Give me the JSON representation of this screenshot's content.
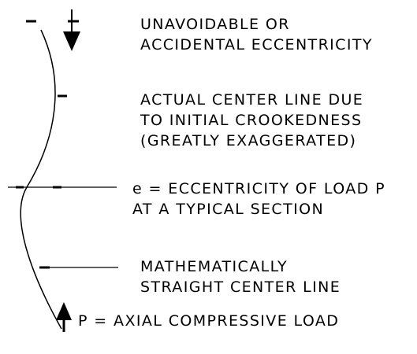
{
  "labels": {
    "unavoidable_line1": "UNAVOIDABLE OR",
    "unavoidable_line2": "ACCIDENTAL ECCENTRICITY",
    "actual_line1": "ACTUAL CENTER LINE DUE",
    "actual_line2": "TO INITIAL CROOKEDNESS",
    "actual_line3": "(GREATLY EXAGGERATED)",
    "eccentricity_line1": "e = ECCENTRICITY OF LOAD P",
    "eccentricity_line2": "AT A TYPICAL SECTION",
    "straight_line1": "MATHEMATICALLY",
    "straight_line2": "STRAIGHT CENTER LINE",
    "load": "P = AXIAL COMPRESSIVE LOAD"
  },
  "colors": {
    "ink": "#000000",
    "background": "#ffffff"
  }
}
